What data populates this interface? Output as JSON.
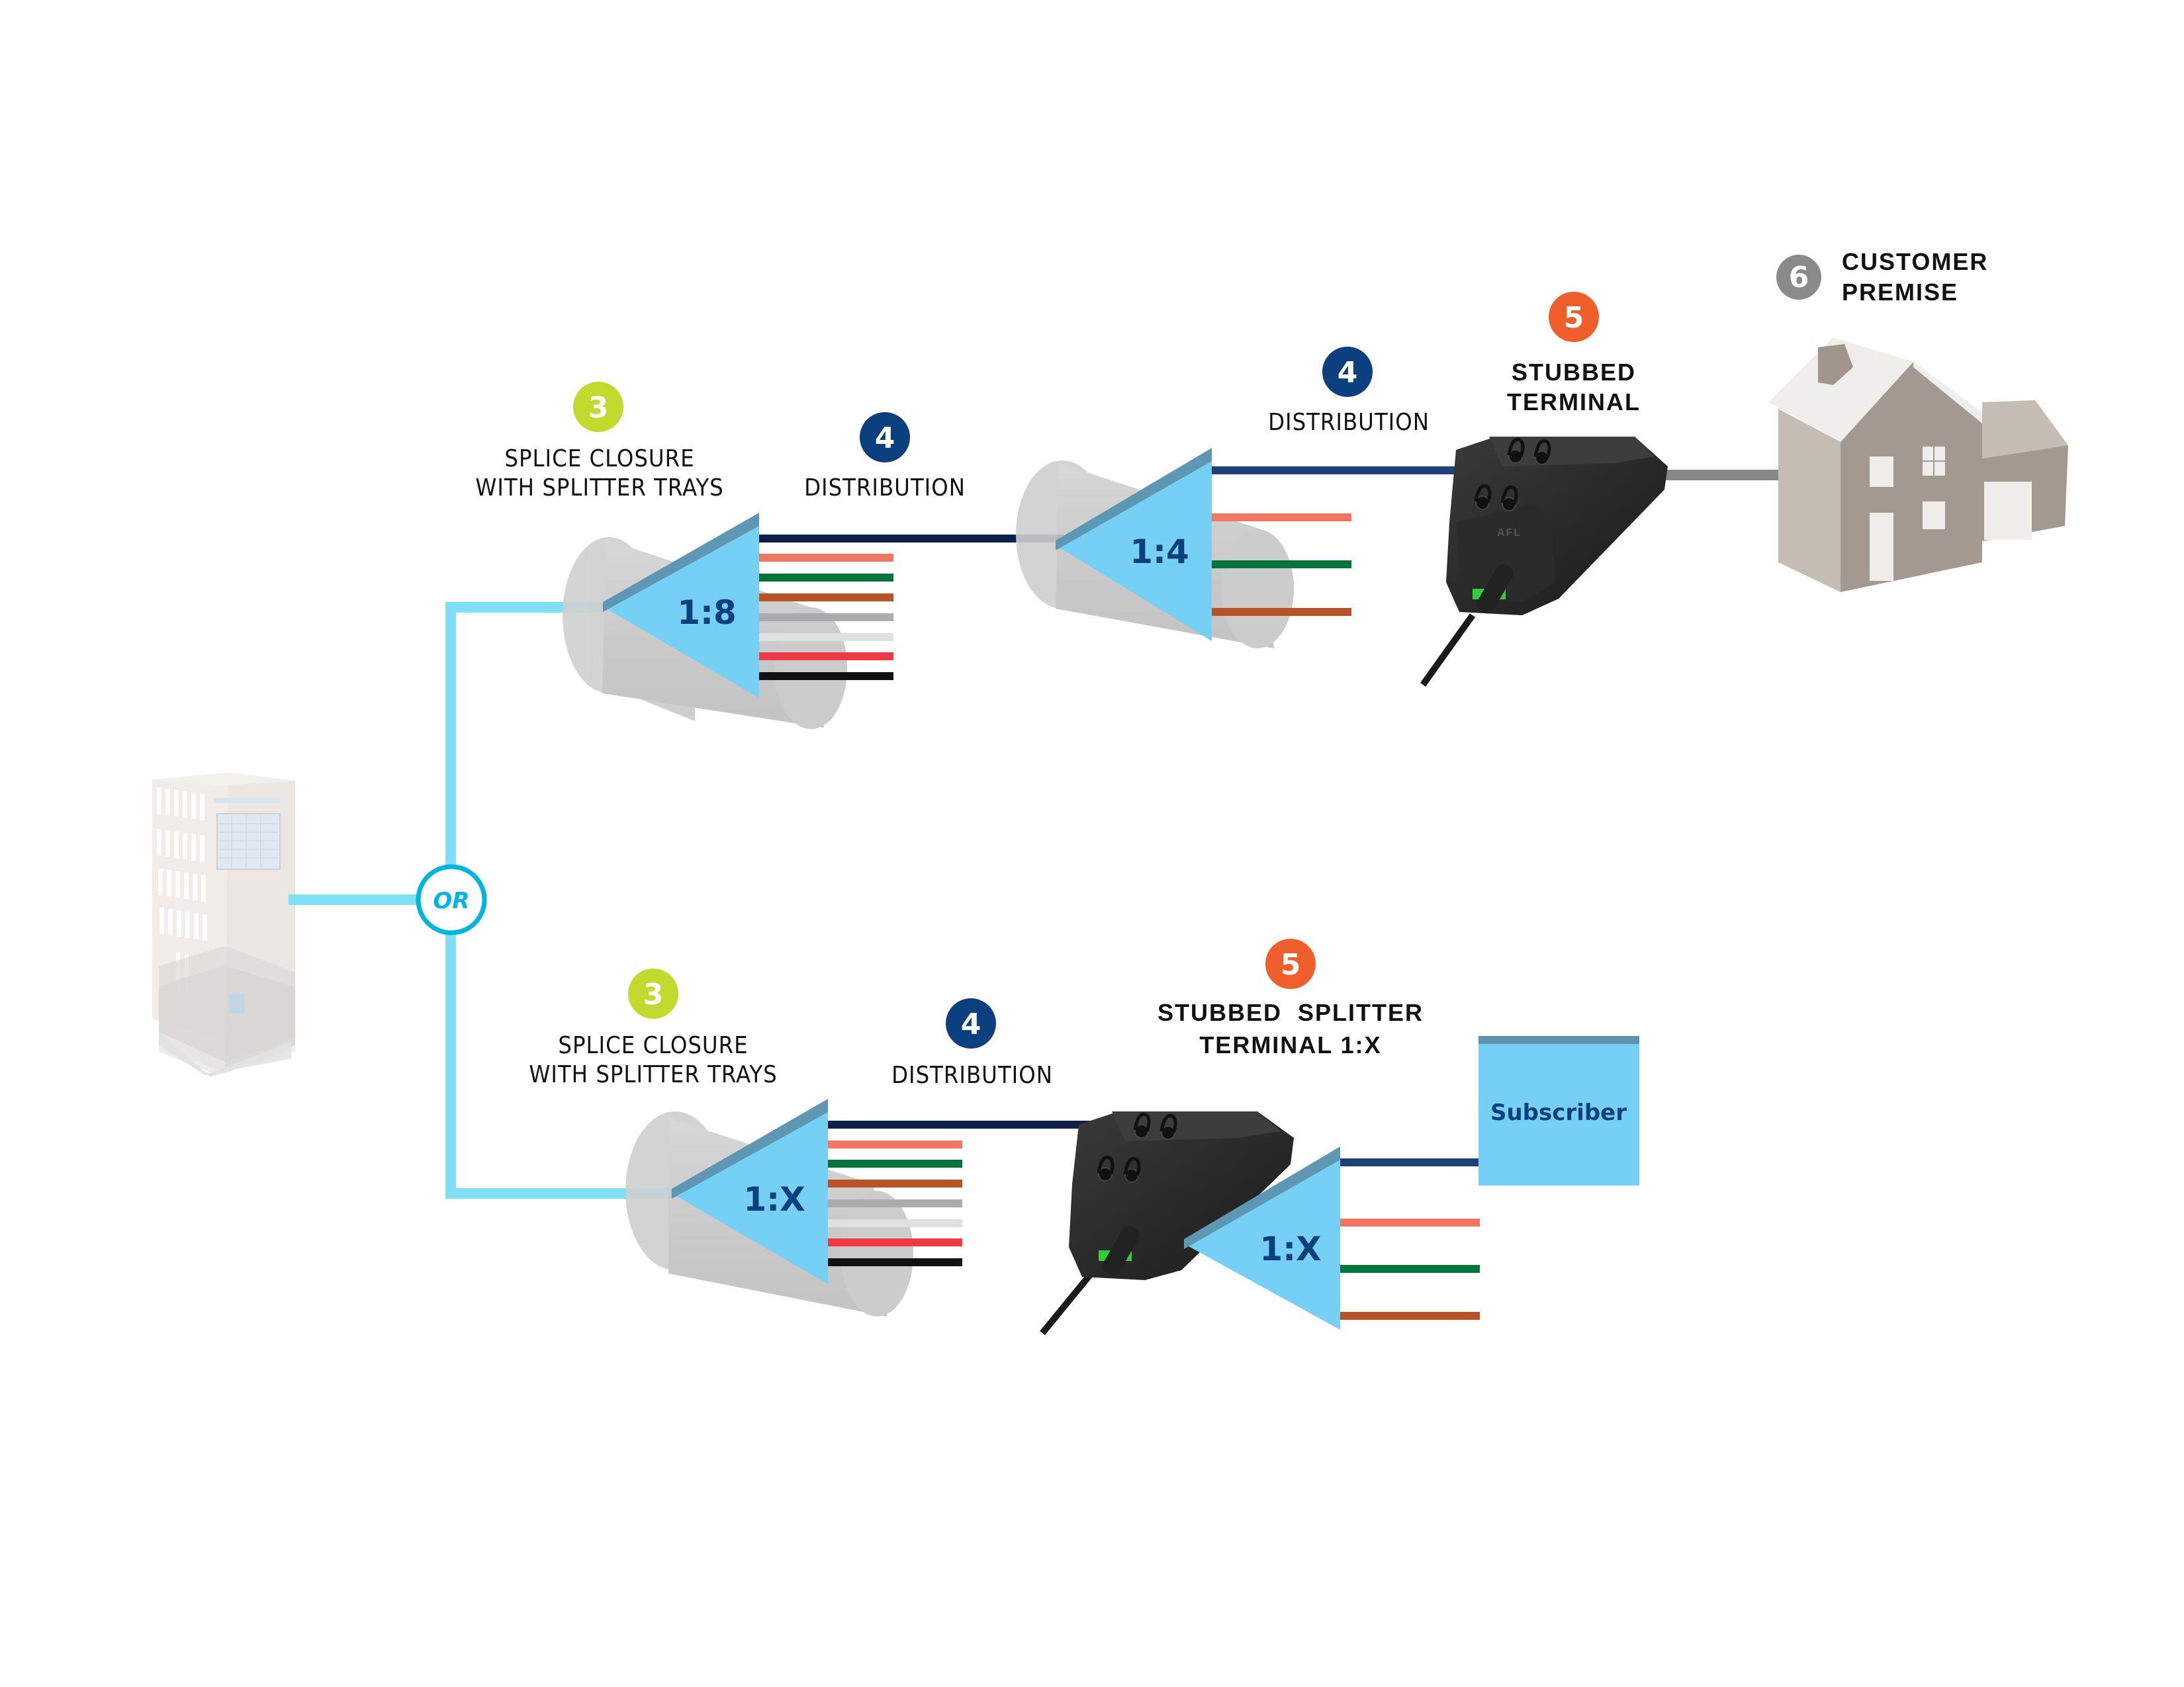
{
  "diagram": {
    "type": "fiber-network-topology",
    "colors": {
      "feeder": "#80DEF6",
      "or_ring": "#00B4E0",
      "splitter_fill": "#76CFF5",
      "splitter_edge": "#5D97B3",
      "distribution": "#1F3F7A",
      "drop": "#888888",
      "badge_3": "#C2D92E",
      "badge_4": "#0B3F7E",
      "badge_5": "#F05F2B",
      "badge_6": "#8A8A8A",
      "ratio_text": "#0B3F7E"
    },
    "fiber_colors": [
      "#0E1F4A",
      "#F07862",
      "#00753A",
      "#B85328",
      "#A9ABAF",
      "#E0E0E0",
      "#EE3A44",
      "#111111"
    ],
    "or_label": "OR",
    "top_path": {
      "step3": {
        "number": "3",
        "line1": "SPLICE CLOSURE",
        "line2": "WITH SPLITTER TRAYS",
        "ratio": "1:8"
      },
      "step4a": {
        "number": "4",
        "label": "DISTRIBUTION"
      },
      "splitter2": {
        "ratio": "1:4"
      },
      "step4b": {
        "number": "4",
        "label": "DISTRIBUTION"
      },
      "step5": {
        "number": "5",
        "line1": "STUBBED",
        "line2": "TERMINAL"
      },
      "step6": {
        "number": "6",
        "line1": "CUSTOMER",
        "line2": "PREMISE"
      }
    },
    "bottom_path": {
      "step3": {
        "number": "3",
        "line1": "SPLICE CLOSURE",
        "line2": "WITH SPLITTER TRAYS",
        "ratio": "1:X"
      },
      "step4": {
        "number": "4",
        "label": "DISTRIBUTION"
      },
      "step5": {
        "number": "5",
        "line1": "STUBBED  SPLITTER",
        "line2": "TERMINAL 1:X",
        "ratio": "1:X"
      },
      "subscriber": {
        "label": "Subscriber"
      }
    },
    "terminal_brand": "AFL"
  }
}
